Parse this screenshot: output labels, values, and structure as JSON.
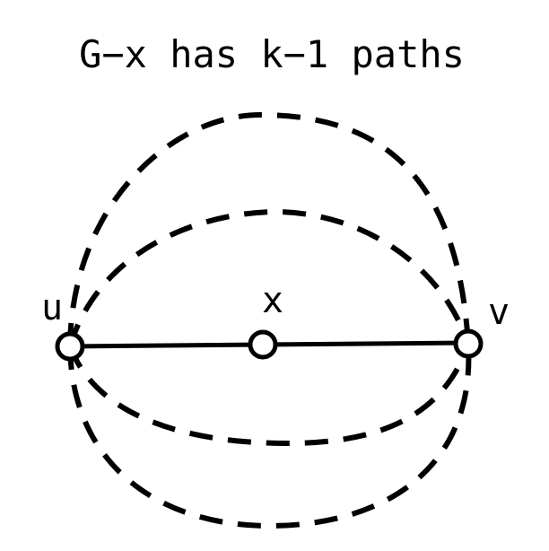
{
  "title": "G−x has k−1 paths",
  "nodes": {
    "u": "u",
    "x": "x",
    "v": "v"
  },
  "colors": {
    "stroke": "#000000",
    "node_fill": "#ffffff",
    "background": "#ffffff"
  }
}
